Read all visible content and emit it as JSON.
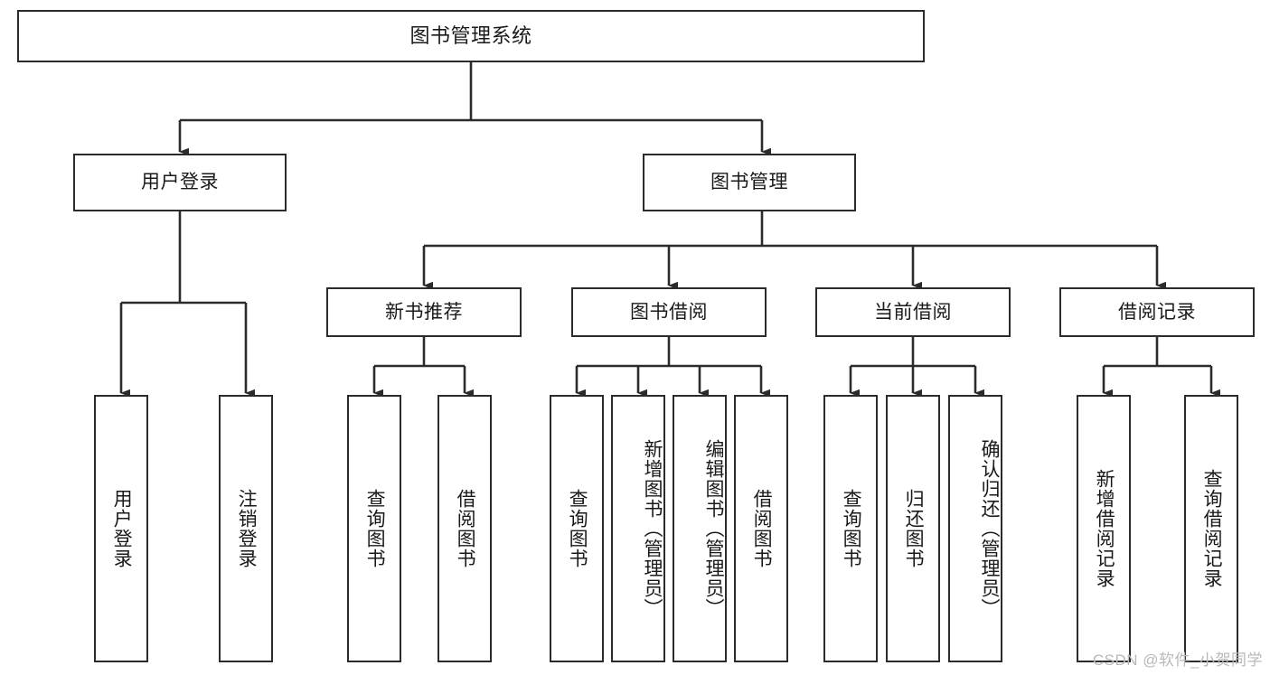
{
  "diagram": {
    "title": "图书管理系统",
    "type": "tree-hierarchy",
    "watermark": "CSDN @软件_小贺同学",
    "colors": {
      "stroke": "#2b2b2b",
      "fill": "#ffffff",
      "text": "#1a1a1a",
      "watermark": "#b8b8b8"
    },
    "levels": {
      "level1": [
        "图书管理系统"
      ],
      "level2": [
        "用户登录",
        "图书管理"
      ],
      "level3": [
        "新书推荐",
        "图书借阅",
        "当前借阅",
        "借阅记录"
      ],
      "level4": [
        "用户登录",
        "注销登录",
        "查询图书",
        "借阅图书",
        "查询图书",
        "新增图书（管理员）",
        "编辑图书（管理员）",
        "借阅图书",
        "查询图书",
        "归还图书",
        "确认归还（管理员）",
        "新增借阅记录",
        "查询借阅记录"
      ]
    },
    "nodes": {
      "root": {
        "label": "图书管理系统"
      },
      "user_login": {
        "label": "用户登录"
      },
      "book_manage": {
        "label": "图书管理"
      },
      "new_book_rec": {
        "label": "新书推荐"
      },
      "book_borrow": {
        "label": "图书借阅"
      },
      "current_borrow": {
        "label": "当前借阅"
      },
      "borrow_record": {
        "label": "借阅记录"
      },
      "leaf_user_login": {
        "label": "用户登录"
      },
      "leaf_logout": {
        "label": "注销登录"
      },
      "leaf_query_book_a": {
        "label": "查询图书"
      },
      "leaf_borrow_book_a": {
        "label": "借阅图书"
      },
      "leaf_query_book_b": {
        "label": "查询图书"
      },
      "leaf_add_book": {
        "label": "新增图书（管理员）"
      },
      "leaf_edit_book": {
        "label": "编辑图书（管理员）"
      },
      "leaf_borrow_book_b": {
        "label": "借阅图书"
      },
      "leaf_query_book_c": {
        "label": "查询图书"
      },
      "leaf_return_book": {
        "label": "归还图书"
      },
      "leaf_confirm_return": {
        "label": "确认归还（管理员）"
      },
      "leaf_add_record": {
        "label": "新增借阅记录"
      },
      "leaf_query_record": {
        "label": "查询借阅记录"
      }
    },
    "edges": [
      {
        "from": "root",
        "to": "user_login"
      },
      {
        "from": "root",
        "to": "book_manage"
      },
      {
        "from": "user_login",
        "to": "leaf_user_login"
      },
      {
        "from": "user_login",
        "to": "leaf_logout"
      },
      {
        "from": "book_manage",
        "to": "new_book_rec"
      },
      {
        "from": "book_manage",
        "to": "book_borrow"
      },
      {
        "from": "book_manage",
        "to": "current_borrow"
      },
      {
        "from": "book_manage",
        "to": "borrow_record"
      },
      {
        "from": "new_book_rec",
        "to": "leaf_query_book_a"
      },
      {
        "from": "new_book_rec",
        "to": "leaf_borrow_book_a"
      },
      {
        "from": "book_borrow",
        "to": "leaf_query_book_b"
      },
      {
        "from": "book_borrow",
        "to": "leaf_add_book"
      },
      {
        "from": "book_borrow",
        "to": "leaf_edit_book"
      },
      {
        "from": "book_borrow",
        "to": "leaf_borrow_book_b"
      },
      {
        "from": "current_borrow",
        "to": "leaf_query_book_c"
      },
      {
        "from": "current_borrow",
        "to": "leaf_return_book"
      },
      {
        "from": "current_borrow",
        "to": "leaf_confirm_return"
      },
      {
        "from": "borrow_record",
        "to": "leaf_add_record"
      },
      {
        "from": "borrow_record",
        "to": "leaf_query_record"
      }
    ]
  }
}
